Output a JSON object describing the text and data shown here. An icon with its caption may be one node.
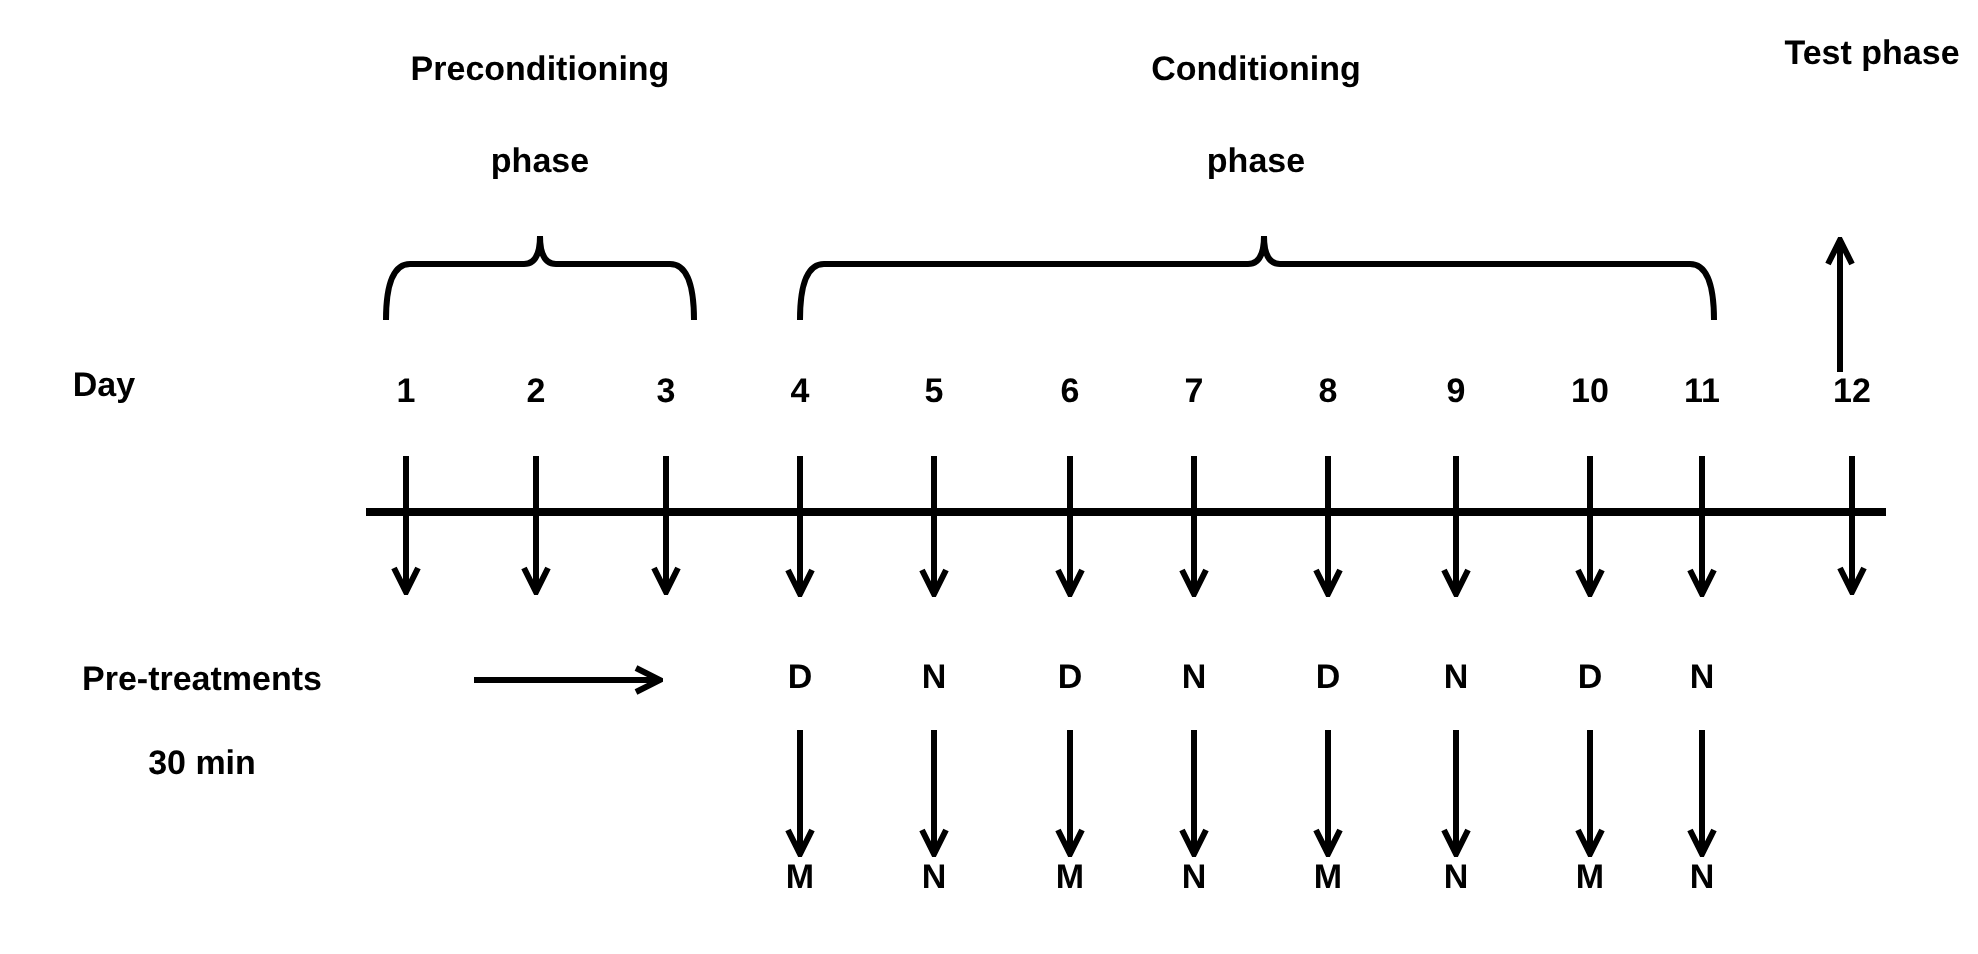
{
  "diagram": {
    "nodes": [
      {
        "text": [
          "1"
        ]
      },
      {
        "text": [
          "2"
        ]
      },
      {
        "text": [
          "3"
        ]
      },
      {
        "text": [
          "4"
        ]
      },
      {
        "text": [
          "5"
        ]
      },
      {
        "text": [
          "6"
        ]
      },
      {
        "text": [
          "7"
        ]
      },
      {
        "text": [
          "8"
        ]
      },
      {
        "text": [
          "9"
        ]
      },
      {
        "text": [
          "10"
        ]
      },
      {
        "text": [
          "11"
        ]
      },
      {
        "text": [
          "12"
        ]
      },
      {
        "text": [
          "D"
        ]
      },
      {
        "text": [
          "N"
        ]
      },
      {
        "text": [
          "D"
        ]
      },
      {
        "text": [
          "N"
        ]
      },
      {
        "text": [
          "D"
        ]
      },
      {
        "text": [
          "N"
        ]
      },
      {
        "text": [
          "D"
        ]
      },
      {
        "text": [
          "N"
        ]
      },
      {
        "text": [
          "M"
        ]
      },
      {
        "text": [
          "N"
        ]
      },
      {
        "text": [
          "M"
        ]
      },
      {
        "text": [
          "N"
        ]
      },
      {
        "text": [
          "M"
        ]
      },
      {
        "text": [
          "N"
        ]
      },
      {
        "text": [
          "M"
        ]
      },
      {
        "text": [
          "N"
        ]
      }
    ],
    "edges": [
      {
        "from": 0,
        "to": null,
        "arrow": "to"
      },
      {
        "from": 1,
        "to": null,
        "arrow": "to"
      },
      {
        "from": 2,
        "to": null,
        "arrow": "to"
      },
      {
        "from": 3,
        "to": 12,
        "arrow": "to"
      },
      {
        "from": 4,
        "to": 13,
        "arrow": "to"
      },
      {
        "from": 5,
        "to": 14,
        "arrow": "to"
      },
      {
        "from": 6,
        "to": 15,
        "arrow": "to"
      },
      {
        "from": 7,
        "to": 16,
        "arrow": "to"
      },
      {
        "from": 8,
        "to": 17,
        "arrow": "to"
      },
      {
        "from": 9,
        "to": 18,
        "arrow": "to"
      },
      {
        "from": 10,
        "to": 19,
        "arrow": "to"
      },
      {
        "from": 11,
        "to": null,
        "arrow": "to"
      },
      {
        "from": 12,
        "to": 20,
        "arrow": "to"
      },
      {
        "from": 13,
        "to": 21,
        "arrow": "to"
      },
      {
        "from": 14,
        "to": 22,
        "arrow": "to"
      },
      {
        "from": 15,
        "to": 23,
        "arrow": "to"
      },
      {
        "from": 16,
        "to": 24,
        "arrow": "to"
      },
      {
        "from": 17,
        "to": 25,
        "arrow": "to"
      },
      {
        "from": 18,
        "to": 26,
        "arrow": "to"
      },
      {
        "from": 19,
        "to": 27,
        "arrow": "to"
      }
    ],
    "labels": [
      "Preconditioning phase",
      "Conditioning phase",
      "Test phase",
      "Day",
      "Pre-treatments",
      "30 min"
    ]
  }
}
